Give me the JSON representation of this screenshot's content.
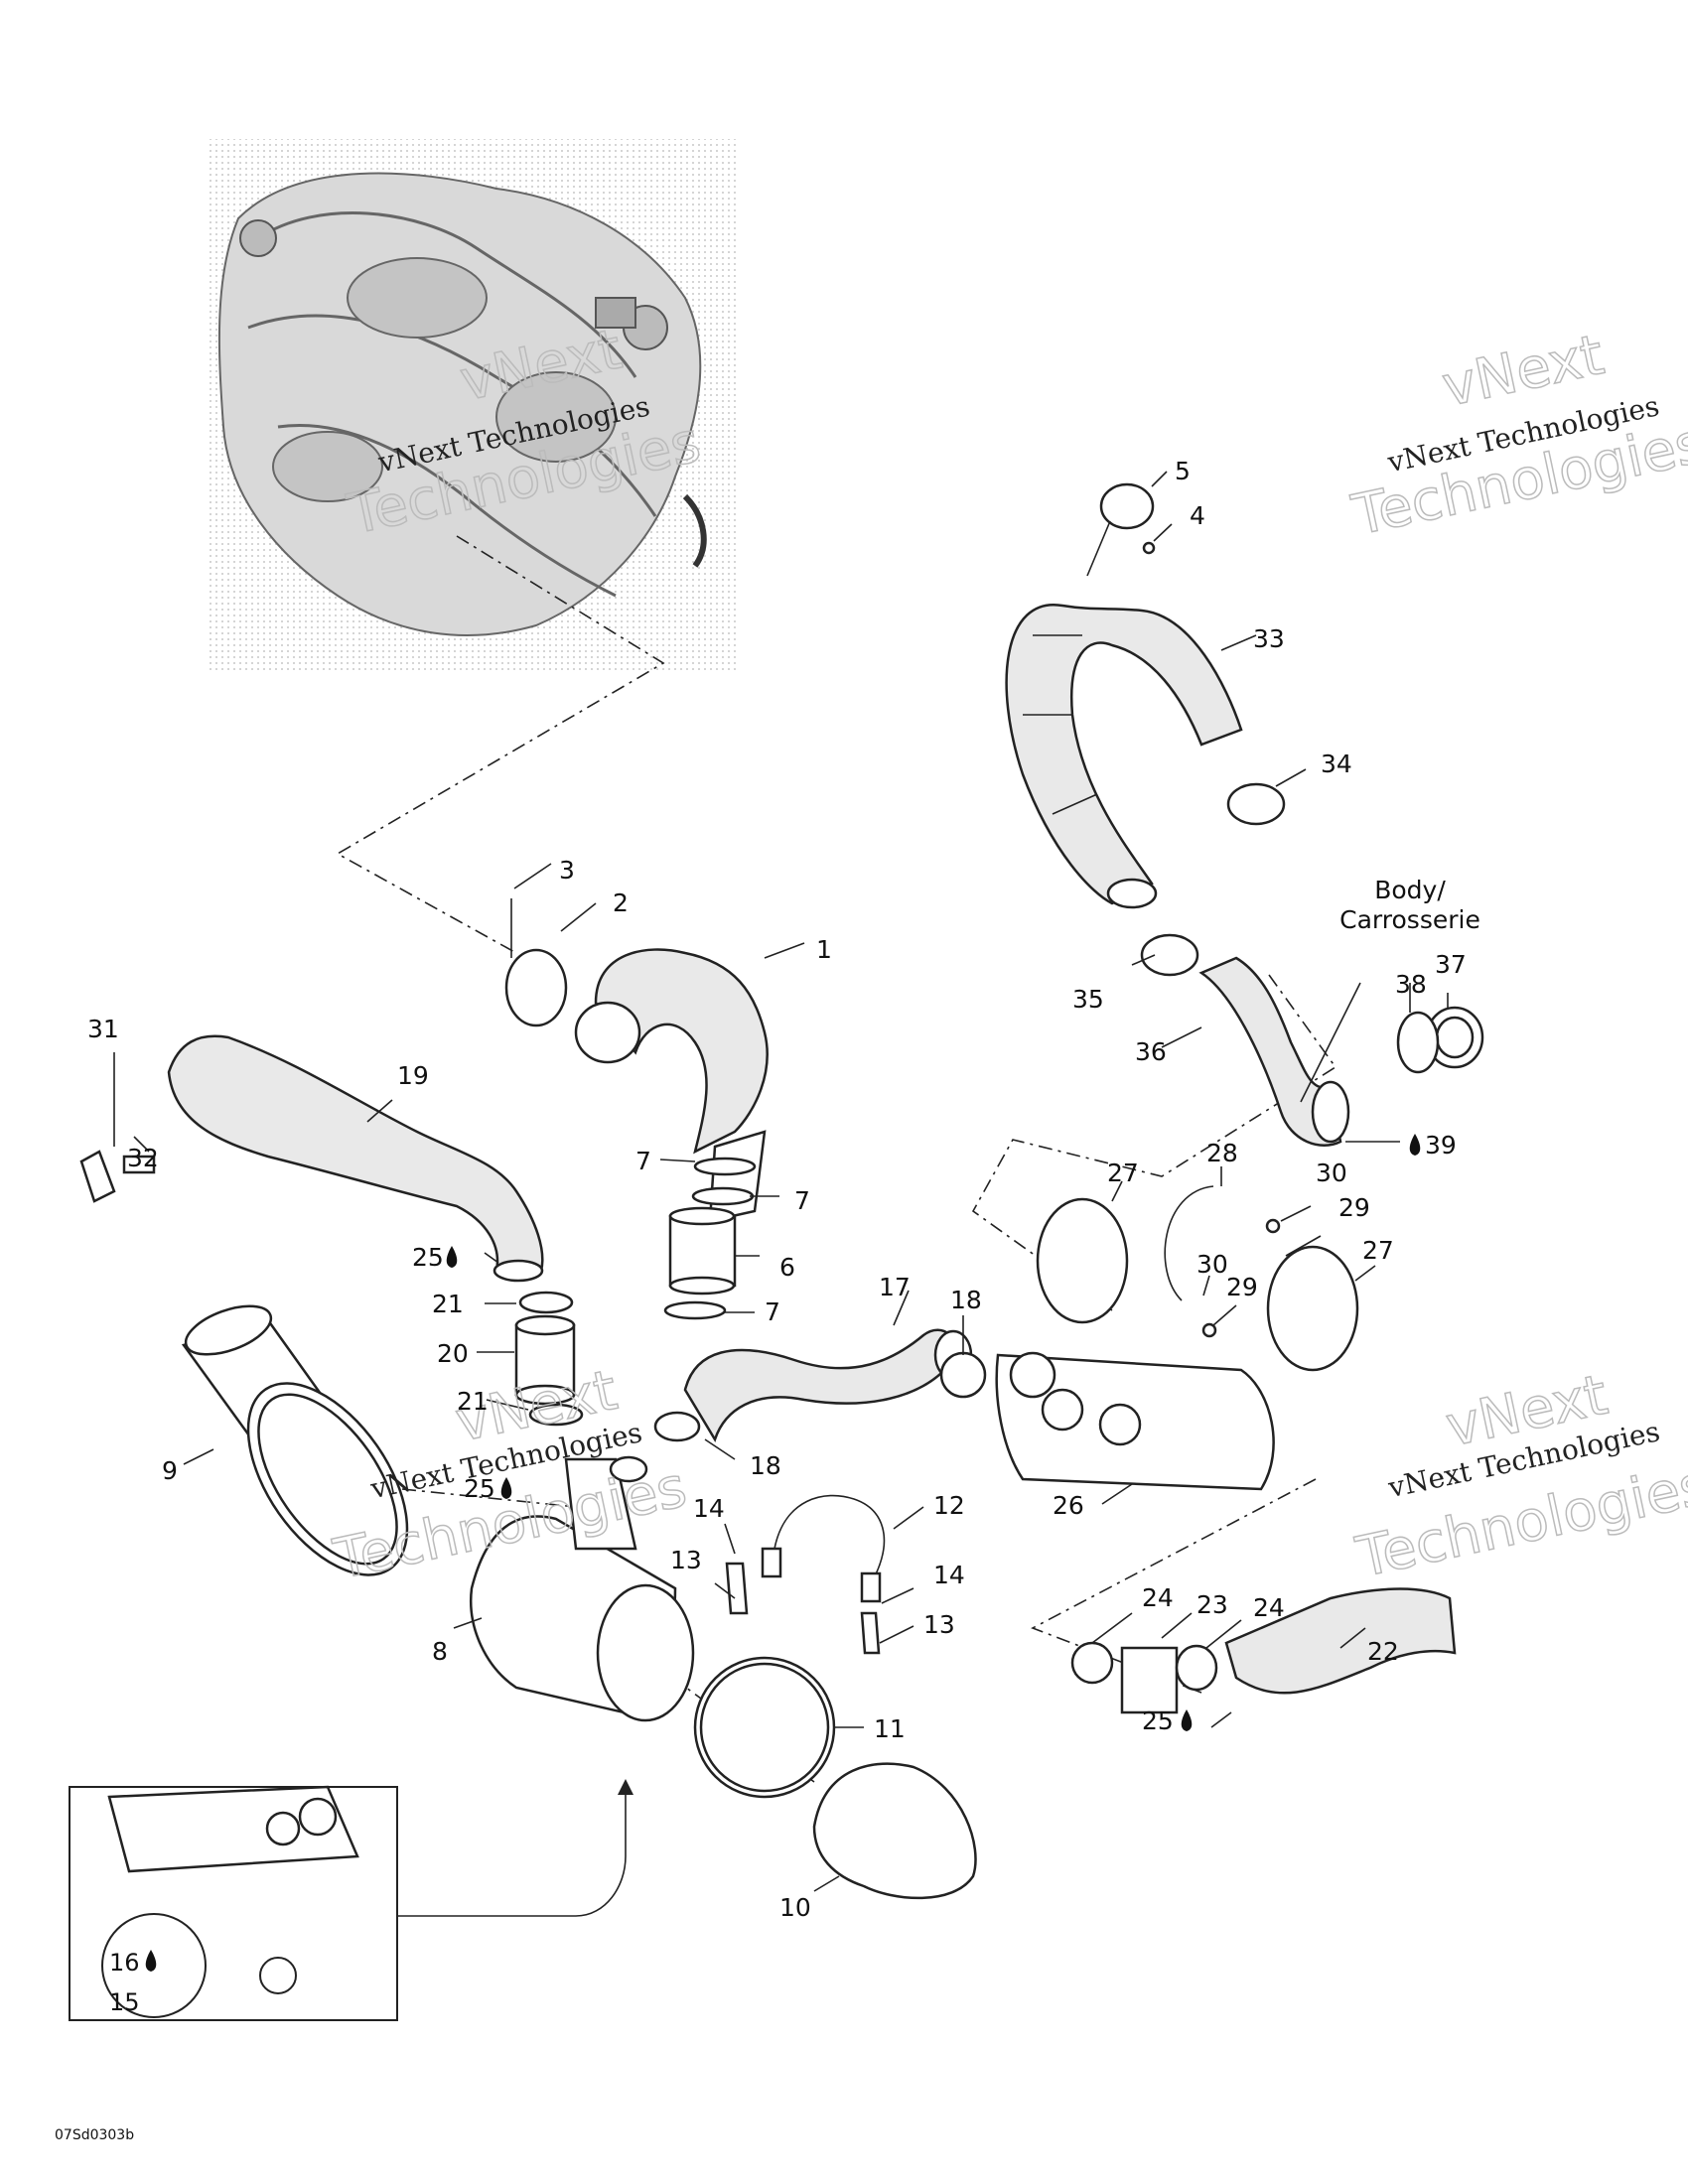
{
  "watermark": {
    "brand": "vNext",
    "company_line": "vNext Technologies",
    "technologies": "Technologies"
  },
  "labels": {
    "body": "Body/",
    "carrosserie": "Carrosserie"
  },
  "drawing_code": "07Sd0303b",
  "callouts": [
    {
      "id": "c1",
      "text": "1"
    },
    {
      "id": "c2",
      "text": "2"
    },
    {
      "id": "c3",
      "text": "3"
    },
    {
      "id": "c4",
      "text": "4"
    },
    {
      "id": "c5",
      "text": "5"
    },
    {
      "id": "c6",
      "text": "6"
    },
    {
      "id": "c7a",
      "text": "7"
    },
    {
      "id": "c7b",
      "text": "7"
    },
    {
      "id": "c7c",
      "text": "7"
    },
    {
      "id": "c8",
      "text": "8"
    },
    {
      "id": "c9",
      "text": "9"
    },
    {
      "id": "c10",
      "text": "10"
    },
    {
      "id": "c11",
      "text": "11"
    },
    {
      "id": "c12",
      "text": "12"
    },
    {
      "id": "c13a",
      "text": "13"
    },
    {
      "id": "c13b",
      "text": "13"
    },
    {
      "id": "c14a",
      "text": "14"
    },
    {
      "id": "c14b",
      "text": "14"
    },
    {
      "id": "c15",
      "text": "15"
    },
    {
      "id": "c16",
      "text": "16"
    },
    {
      "id": "c17",
      "text": "17"
    },
    {
      "id": "c18a",
      "text": "18"
    },
    {
      "id": "c18b",
      "text": "18"
    },
    {
      "id": "c19",
      "text": "19"
    },
    {
      "id": "c20",
      "text": "20"
    },
    {
      "id": "c21a",
      "text": "21"
    },
    {
      "id": "c21b",
      "text": "21"
    },
    {
      "id": "c22",
      "text": "22"
    },
    {
      "id": "c23",
      "text": "23"
    },
    {
      "id": "c24a",
      "text": "24"
    },
    {
      "id": "c24b",
      "text": "24"
    },
    {
      "id": "c25a",
      "text": "25"
    },
    {
      "id": "c25b",
      "text": "25"
    },
    {
      "id": "c25c",
      "text": "25"
    },
    {
      "id": "c26",
      "text": "26"
    },
    {
      "id": "c27a",
      "text": "27"
    },
    {
      "id": "c27b",
      "text": "27"
    },
    {
      "id": "c28",
      "text": "28"
    },
    {
      "id": "c29a",
      "text": "29"
    },
    {
      "id": "c29b",
      "text": "29"
    },
    {
      "id": "c30a",
      "text": "30"
    },
    {
      "id": "c30b",
      "text": "30"
    },
    {
      "id": "c31",
      "text": "31"
    },
    {
      "id": "c32",
      "text": "32"
    },
    {
      "id": "c33",
      "text": "33"
    },
    {
      "id": "c34",
      "text": "34"
    },
    {
      "id": "c35",
      "text": "35"
    },
    {
      "id": "c36",
      "text": "36"
    },
    {
      "id": "c37",
      "text": "37"
    },
    {
      "id": "c38",
      "text": "38"
    },
    {
      "id": "c39",
      "text": "39"
    }
  ]
}
